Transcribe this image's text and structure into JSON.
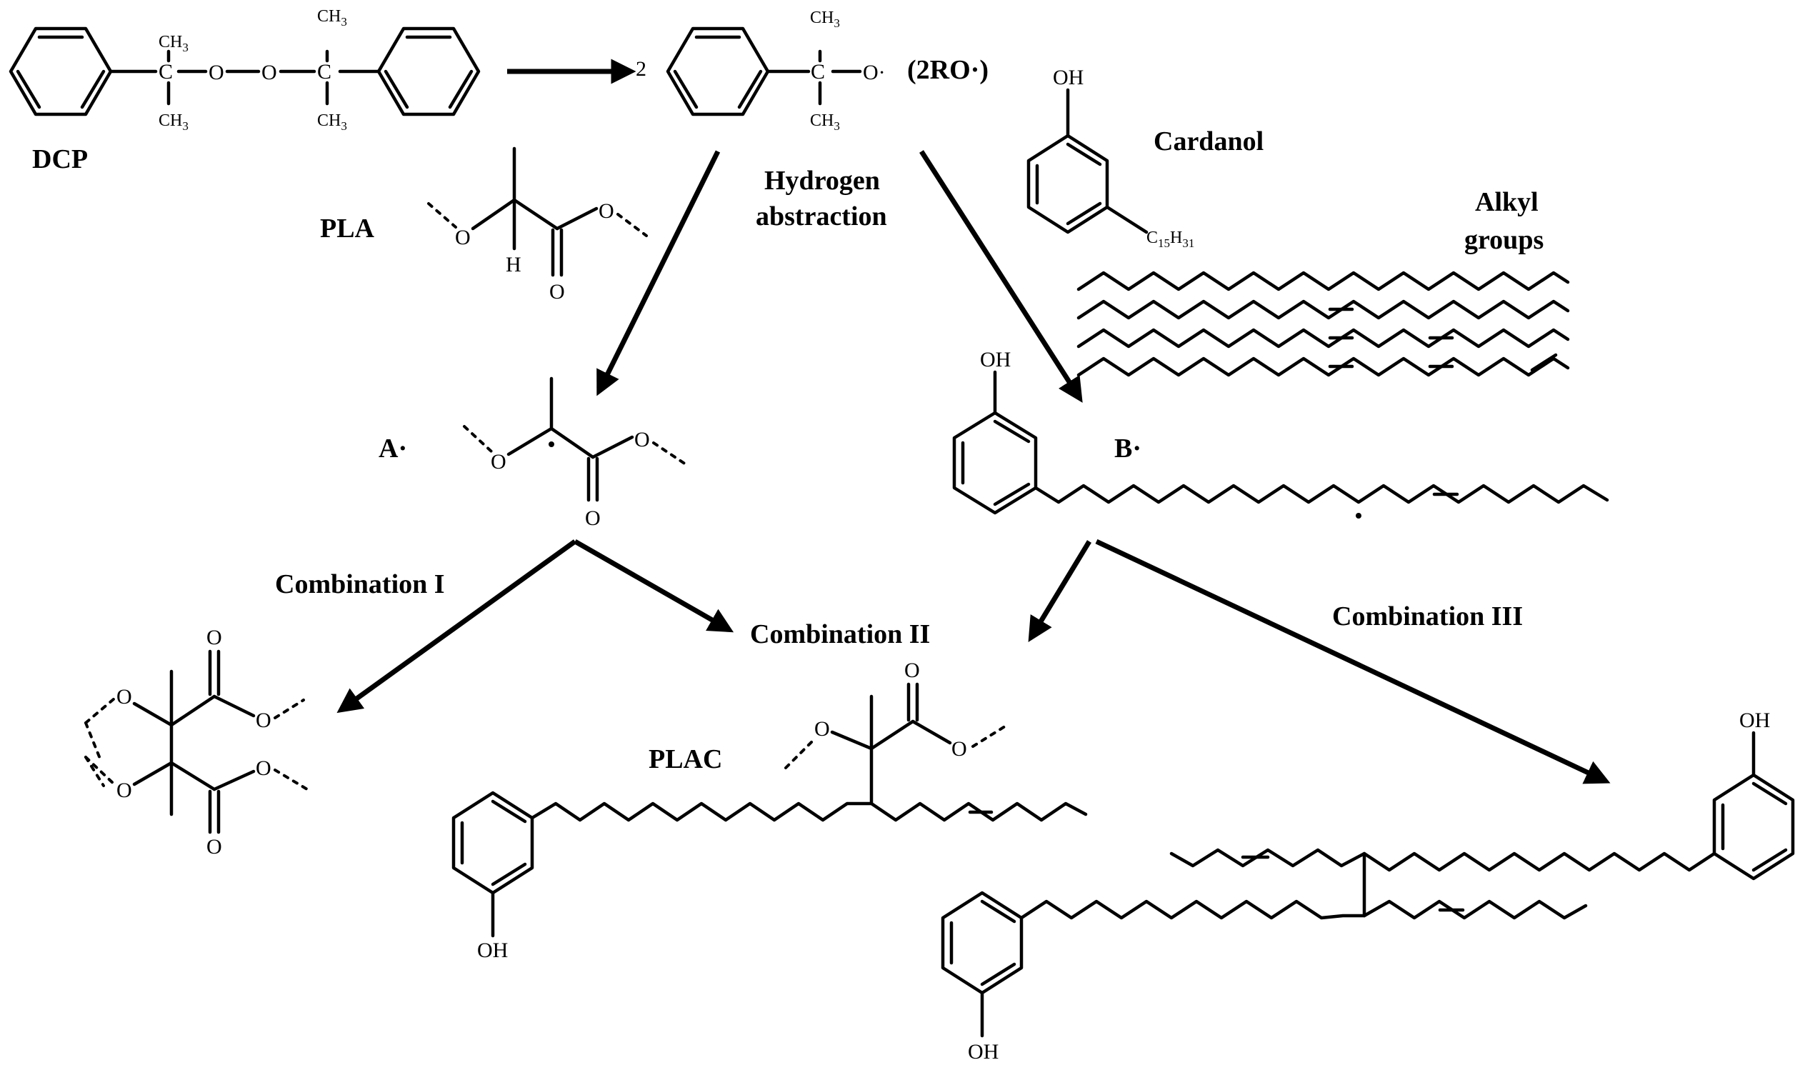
{
  "figure": {
    "labels": {
      "dcp": "DCP",
      "pla": "PLA",
      "hydrogen_line1": "Hydrogen",
      "hydrogen_line2": "abstraction",
      "cardanol": "Cardanol",
      "alkyl_line1": "Alkyl",
      "alkyl_line2": "groups",
      "radical_a": "A·",
      "radical_b": "B·",
      "combination_1": "Combination I",
      "combination_2": "Combination II",
      "combination_3": "Combination III",
      "plac": "PLAC",
      "coefficient": "2",
      "ro_radical": "(2RO·)"
    },
    "atoms": {
      "carbon": "C",
      "oxygen": "O",
      "hydrogen": "H",
      "hydroxyl": "OH",
      "oxygen_radical": "O·",
      "methyl": "CH",
      "methyl_sub": "3",
      "c15_c": "C",
      "c15_n": "15",
      "c15_h": "H",
      "c15_n2": "31"
    }
  }
}
